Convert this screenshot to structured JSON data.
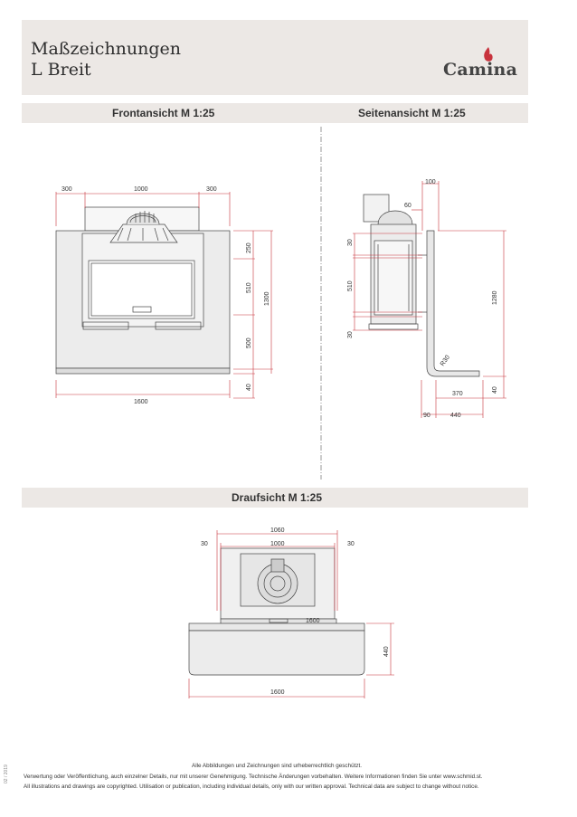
{
  "header": {
    "title_line1": "Maßzeichnungen",
    "title_line2": "L Breit",
    "logo_text": "Camina"
  },
  "sections": {
    "front": "Frontansicht M 1:25",
    "side": "Seitenansicht M 1:25",
    "top": "Draufsicht M 1:25"
  },
  "front_dims": {
    "top_left": "300",
    "top_mid": "1000",
    "top_right": "300",
    "bottom_width": "1600",
    "v_250": "250",
    "v_510": "510",
    "v_500": "500",
    "v_40": "40",
    "v_1300": "1300"
  },
  "side_dims": {
    "d100": "100",
    "d60": "60",
    "d30_top": "30",
    "d510": "510",
    "d30_bottom": "30",
    "d1280": "1280",
    "r30": "R30",
    "d370": "370",
    "d40": "40",
    "d90": "90",
    "d440": "440"
  },
  "top_dims": {
    "d1060": "1060",
    "d30_left": "30",
    "d1000": "1000",
    "d30_right": "30",
    "d1600_inner": "1600",
    "d440": "440",
    "d1600_bottom": "1600"
  },
  "footer": {
    "line1": "Alle Abbildungen und Zeichnungen sind urheberrechtlich geschützt.",
    "line2": "Verwertung oder Veröffentlichung, auch einzelner Details, nur mit unserer Genehmigung. Technische Änderungen vorbehalten. Weitere Informationen finden Sie unter www.schmid.st.",
    "line3": "All illustrations and drawings are copyrighted. Utilisation or publication, including individual details, only with our written approval. Technical data are subject to change without notice.",
    "date_code": "02 / 2019"
  },
  "colors": {
    "dimension_red": "#c8323c",
    "panel_beige": "#ece8e5",
    "flame_red": "#c8323c"
  }
}
